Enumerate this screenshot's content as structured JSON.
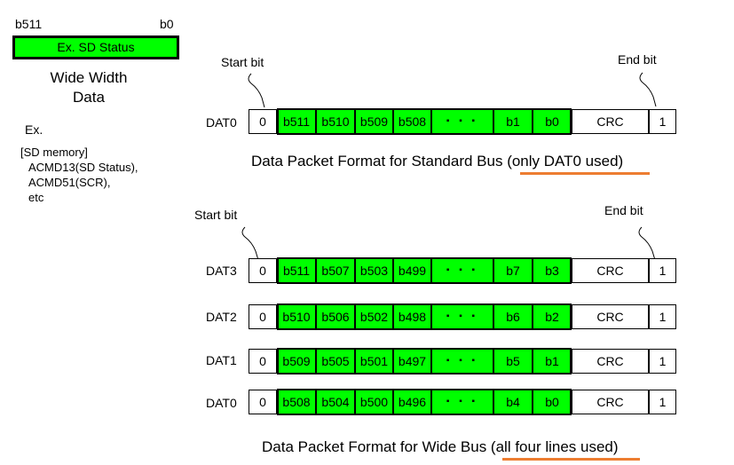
{
  "left": {
    "bit_high": "b511",
    "bit_low": "b0",
    "status_box": "Ex. SD Status",
    "wide_line1": "Wide Width",
    "wide_line2": "Data",
    "ex_label": "Ex.",
    "ex_lines": [
      "[SD memory]",
      "ACMD13(SD Status),",
      "ACMD51(SCR),",
      "etc"
    ]
  },
  "standard": {
    "start_label": "Start bit",
    "end_label": "End bit",
    "row": {
      "name": "DAT0",
      "start": "0",
      "bits": [
        "b511",
        "b510",
        "b509",
        "b508",
        "▪ ▪ ▪",
        "b1",
        "b0"
      ],
      "crc": "CRC",
      "end": "1"
    },
    "caption_main": "Data Packet Format for Standard Bus ",
    "caption_note": "(only DAT0 used)"
  },
  "wide": {
    "start_label": "Start bit",
    "end_label": "End bit",
    "rows": [
      {
        "name": "DAT3",
        "start": "0",
        "bits": [
          "b511",
          "b507",
          "b503",
          "b499",
          "▪ ▪ ▪",
          "b7",
          "b3"
        ],
        "crc": "CRC",
        "end": "1"
      },
      {
        "name": "DAT2",
        "start": "0",
        "bits": [
          "b510",
          "b506",
          "b502",
          "b498",
          "▪ ▪ ▪",
          "b6",
          "b2"
        ],
        "crc": "CRC",
        "end": "1"
      },
      {
        "name": "DAT1",
        "start": "0",
        "bits": [
          "b509",
          "b505",
          "b501",
          "b497",
          "▪ ▪ ▪",
          "b5",
          "b1"
        ],
        "crc": "CRC",
        "end": "1"
      },
      {
        "name": "DAT0",
        "start": "0",
        "bits": [
          "b508",
          "b504",
          "b500",
          "b496",
          "▪ ▪ ▪",
          "b4",
          "b0"
        ],
        "crc": "CRC",
        "end": "1"
      }
    ],
    "caption_main": "Data Packet Format for Wide Bus ",
    "caption_note": "(all four lines used)"
  },
  "colors": {
    "data_bits": "#00ff00",
    "underline": "#ed7d31"
  }
}
